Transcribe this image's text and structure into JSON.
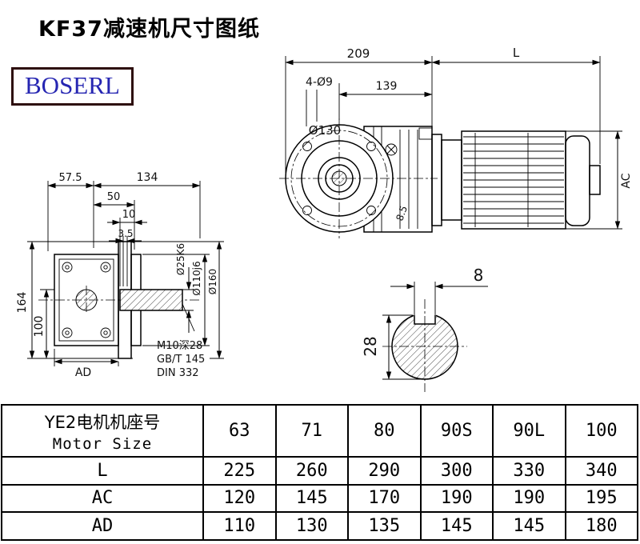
{
  "page": {
    "title": "KF37减速机尺寸图纸",
    "brand": "BOSERL"
  },
  "front_view": {
    "dim_209": "209",
    "dim_L": "L",
    "dim_holes": "4-Ø9",
    "dim_139": "139",
    "dim_flange": "Ø130",
    "dim_rib": "8.5",
    "dim_ac": "AC"
  },
  "side_view": {
    "dim_57_5": "57.5",
    "dim_134": "134",
    "dim_50": "50",
    "dim_10": "10",
    "dim_3_5": "3.5",
    "dim_164": "164",
    "dim_100": "100",
    "dim_ad": "AD",
    "dim_shaft": "Ø25K6",
    "dim_spigot": "Ø110j6",
    "dim_flange_od": "Ø160",
    "note_tap": "M10深28",
    "note_gb": "GB/T 145",
    "note_din": "DIN 332"
  },
  "key_section": {
    "dim_8": "8",
    "dim_28": "28"
  },
  "table": {
    "header_cn": "YE2电机机座号",
    "header_en": "Motor Size",
    "columns": [
      "63",
      "71",
      "80",
      "90S",
      "90L",
      "100"
    ],
    "rows": [
      {
        "label": "L",
        "values": [
          "225",
          "260",
          "290",
          "300",
          "330",
          "340"
        ]
      },
      {
        "label": "AC",
        "values": [
          "120",
          "145",
          "170",
          "190",
          "190",
          "195"
        ]
      },
      {
        "label": "AD",
        "values": [
          "110",
          "130",
          "135",
          "145",
          "145",
          "180"
        ]
      }
    ]
  }
}
